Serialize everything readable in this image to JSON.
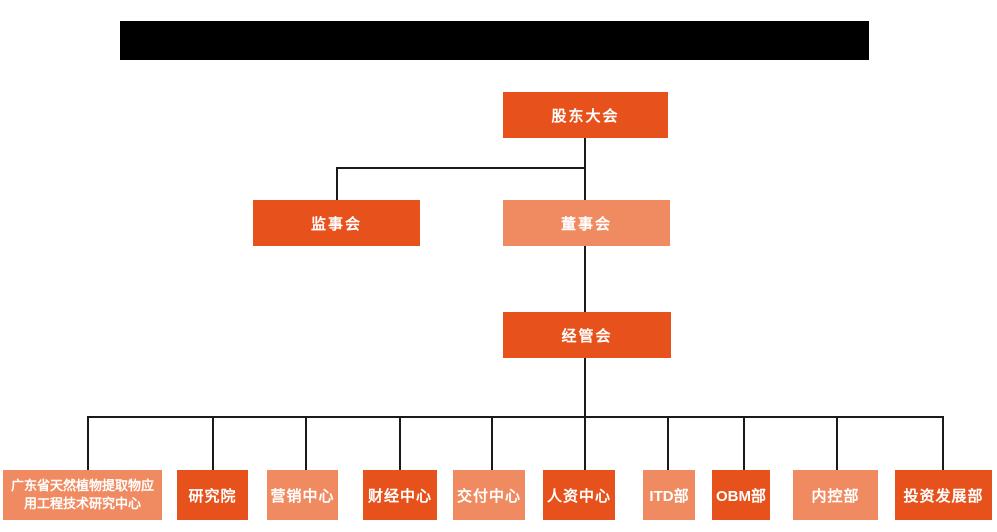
{
  "diagram_type": "org-chart",
  "colors": {
    "primary": "#e6511c",
    "secondary": "#f08a60",
    "connector": "#1a1a1a",
    "redacted_bar": "#000000",
    "node_text": "#ffffff",
    "background": "#ffffff"
  },
  "nodes": {
    "shareholders": {
      "label": "股东大会",
      "tone": "primary"
    },
    "supervisory": {
      "label": "监事会",
      "tone": "primary"
    },
    "board": {
      "label": "董事会",
      "tone": "secondary"
    },
    "management": {
      "label": "经管会",
      "tone": "primary"
    },
    "departments": [
      {
        "label": "广东省天然植物提取物应用工程技术研究中心",
        "tone": "secondary"
      },
      {
        "label": "研究院",
        "tone": "primary"
      },
      {
        "label": "营销中心",
        "tone": "secondary"
      },
      {
        "label": "财经中心",
        "tone": "primary"
      },
      {
        "label": "交付中心",
        "tone": "secondary"
      },
      {
        "label": "人资中心",
        "tone": "primary"
      },
      {
        "label": "ITD部",
        "tone": "secondary"
      },
      {
        "label": "OBM部",
        "tone": "primary"
      },
      {
        "label": "内控部",
        "tone": "secondary"
      },
      {
        "label": "投资发展部",
        "tone": "primary"
      }
    ]
  },
  "hierarchy": {
    "root": "股东大会",
    "children_of_root": [
      "监事会",
      "董事会"
    ],
    "child_of_board": "经管会",
    "children_of_management": [
      "广东省天然植物提取物应用工程技术研究中心",
      "研究院",
      "营销中心",
      "财经中心",
      "交付中心",
      "人资中心",
      "ITD部",
      "OBM部",
      "内控部",
      "投资发展部"
    ]
  }
}
